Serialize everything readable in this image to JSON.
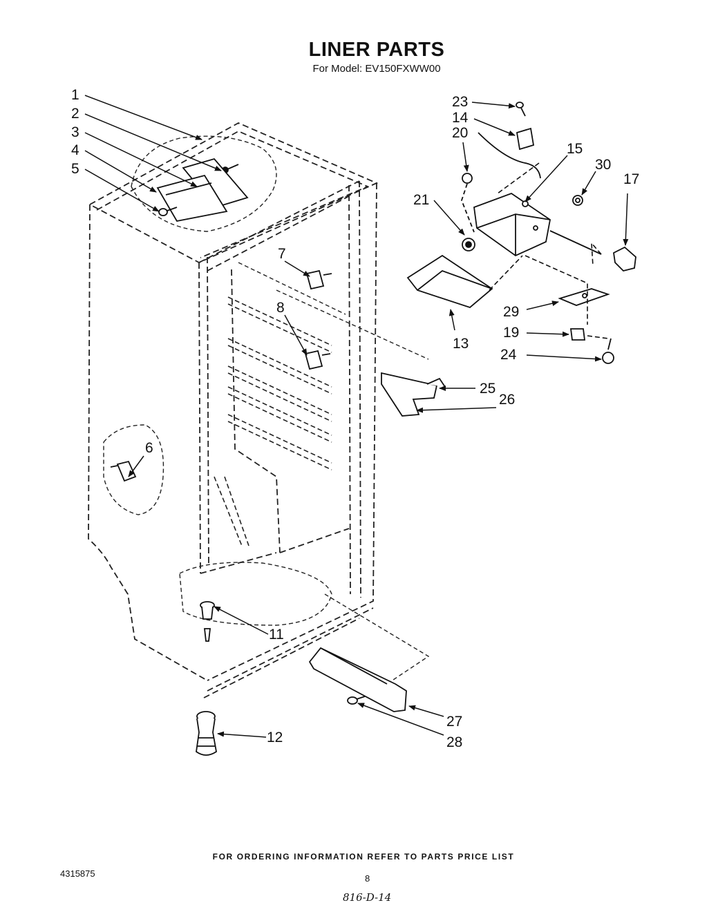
{
  "header": {
    "title": "LINER PARTS",
    "subtitle": "For Model: EV150FXWW00"
  },
  "callouts": [
    {
      "id": "c1",
      "label": "1"
    },
    {
      "id": "c2",
      "label": "2"
    },
    {
      "id": "c3",
      "label": "3"
    },
    {
      "id": "c4",
      "label": "4"
    },
    {
      "id": "c5",
      "label": "5"
    },
    {
      "id": "c6",
      "label": "6"
    },
    {
      "id": "c7",
      "label": "7"
    },
    {
      "id": "c8",
      "label": "8"
    },
    {
      "id": "c11",
      "label": "11"
    },
    {
      "id": "c12",
      "label": "12"
    },
    {
      "id": "c13",
      "label": "13"
    },
    {
      "id": "c14",
      "label": "14"
    },
    {
      "id": "c15",
      "label": "15"
    },
    {
      "id": "c17",
      "label": "17"
    },
    {
      "id": "c19",
      "label": "19"
    },
    {
      "id": "c20",
      "label": "20"
    },
    {
      "id": "c21",
      "label": "21"
    },
    {
      "id": "c23",
      "label": "23"
    },
    {
      "id": "c24",
      "label": "24"
    },
    {
      "id": "c25",
      "label": "25"
    },
    {
      "id": "c26",
      "label": "26"
    },
    {
      "id": "c27",
      "label": "27"
    },
    {
      "id": "c28",
      "label": "28"
    },
    {
      "id": "c29",
      "label": "29"
    },
    {
      "id": "c30",
      "label": "30"
    }
  ],
  "footer": {
    "ordering_note": "FOR ORDERING INFORMATION REFER TO PARTS PRICE LIST",
    "doc_number": "4315875",
    "page_number": "8",
    "handwritten_note": "816-D-14"
  }
}
